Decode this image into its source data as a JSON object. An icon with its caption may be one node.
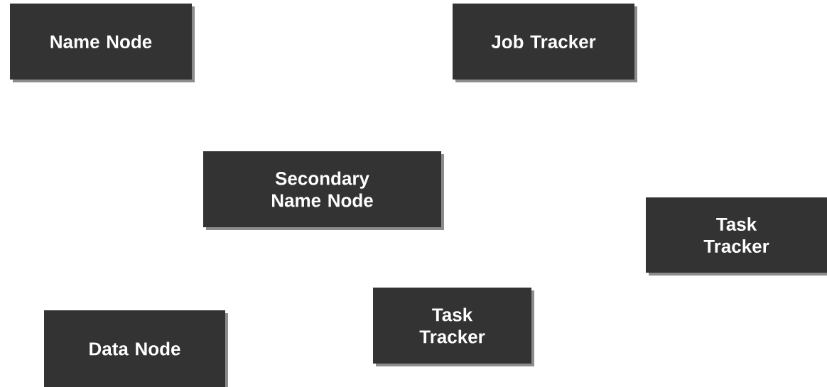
{
  "diagram": {
    "nodes": [
      {
        "text": [
          "Name Node"
        ]
      },
      {
        "text": [
          "Job Tracker"
        ]
      },
      {
        "text": [
          "Secondary Name Node"
        ]
      },
      {
        "text": [
          "Task Tracker"
        ]
      },
      {
        "text": [
          "Task Tracker"
        ]
      },
      {
        "text": [
          "Data Node"
        ]
      }
    ]
  }
}
